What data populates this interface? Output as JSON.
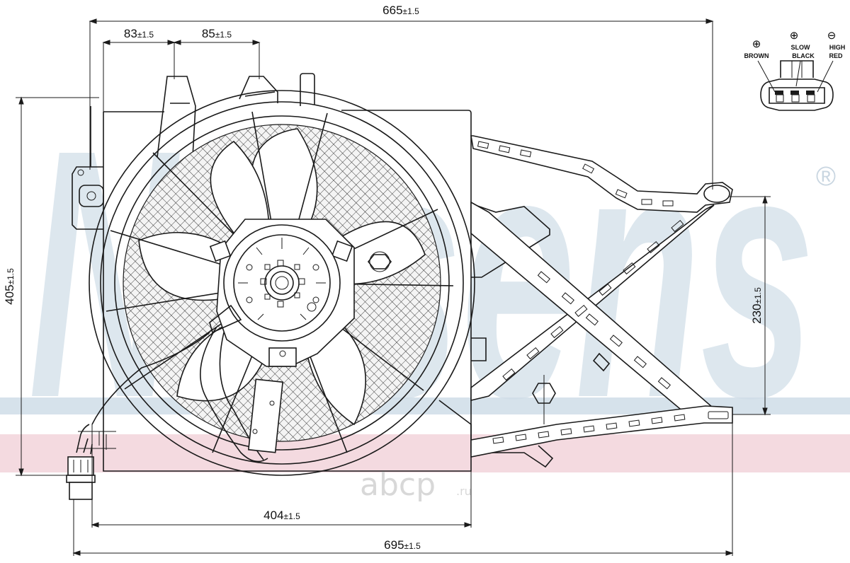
{
  "dimensions": {
    "top_overall": {
      "value": "665",
      "tol": "±1.5"
    },
    "top_left": {
      "value": "83",
      "tol": "±1.5"
    },
    "top_right": {
      "value": "85",
      "tol": "±1.5"
    },
    "height_left": {
      "value": "405",
      "tol": "±1.5"
    },
    "height_right": {
      "value": "230",
      "tol": "±1.5"
    },
    "bottom_inner": {
      "value": "404",
      "tol": "±1.5"
    },
    "bottom_overall": {
      "value": "695",
      "tol": "±1.5"
    }
  },
  "connector": {
    "pins": [
      {
        "symbol": "⊕",
        "color": "BROWN"
      },
      {
        "symbol": "⊕",
        "color": "SLOW",
        "color2": "BLACK"
      },
      {
        "symbol": "⊖",
        "color": "HIGH",
        "color2": "RED"
      }
    ]
  },
  "watermark": {
    "brand": "Nissens",
    "registered": "®"
  },
  "overlay": {
    "site": "abcp",
    "tld": ".ru"
  },
  "colors": {
    "band_blue": "#cfdde8",
    "band_pink": "#f2d3da",
    "line": "#1a1a1a"
  }
}
